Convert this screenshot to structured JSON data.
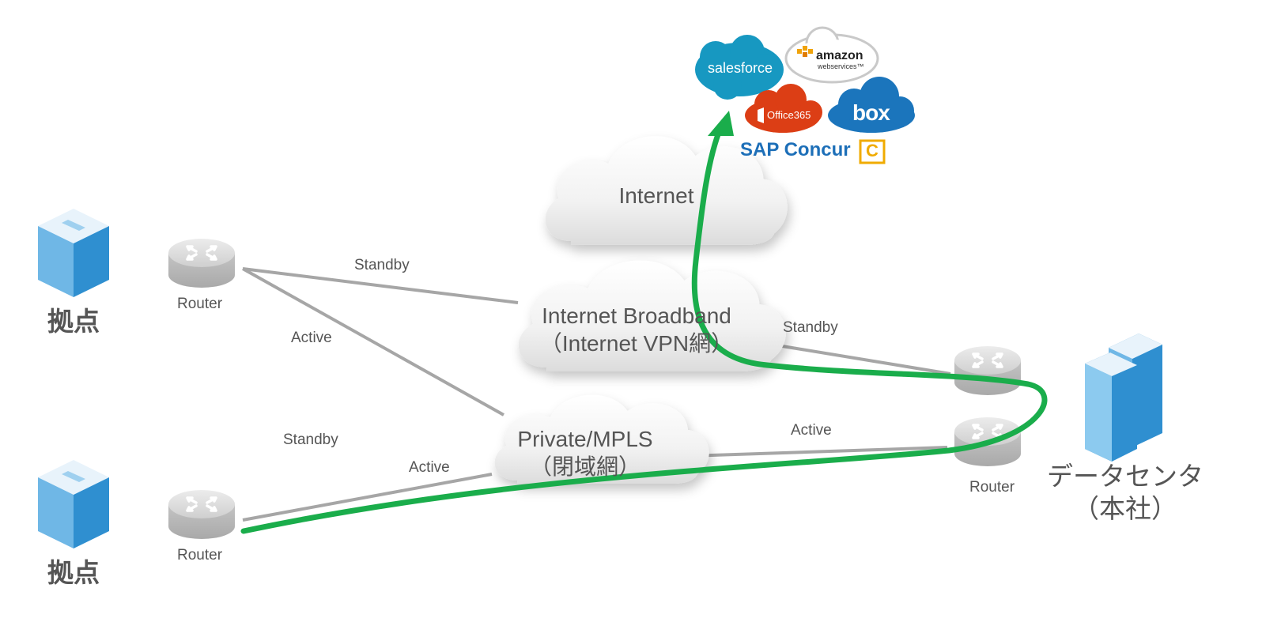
{
  "sites": [
    {
      "label": "拠点"
    },
    {
      "label": "拠点"
    }
  ],
  "routers": [
    {
      "label": "Router"
    },
    {
      "label": "Router"
    },
    {
      "label": "Router"
    }
  ],
  "clouds": {
    "internet": {
      "label": "Internet"
    },
    "broadband": {
      "line1": "Internet Broadband",
      "line2": "（Internet VPN網）"
    },
    "mpls": {
      "line1": "Private/MPLS",
      "line2": "（閉域網）"
    }
  },
  "links": {
    "top_standby": "Standby",
    "top_active": "Active",
    "bottom_standby": "Standby",
    "bottom_active": "Active",
    "dc_standby": "Standby",
    "dc_active": "Active"
  },
  "datacenter": {
    "line1": "データセンタ",
    "line2": "（本社）"
  },
  "saas": {
    "salesforce": "salesforce",
    "amazon": "amazon",
    "amazon_sub": "webservices™",
    "office": "Office365",
    "box": "box",
    "concur": "SAP Concur",
    "concur_mark": "C"
  },
  "colors": {
    "path": "#1aad4b",
    "links": "#a6a6a6",
    "building": "#2f8fd0",
    "salesforce": "#1798c1",
    "office": "#dc3e15",
    "box": "#1b75bc",
    "concur": "#1d6fb8",
    "concur_mark": "#f0ab00"
  }
}
